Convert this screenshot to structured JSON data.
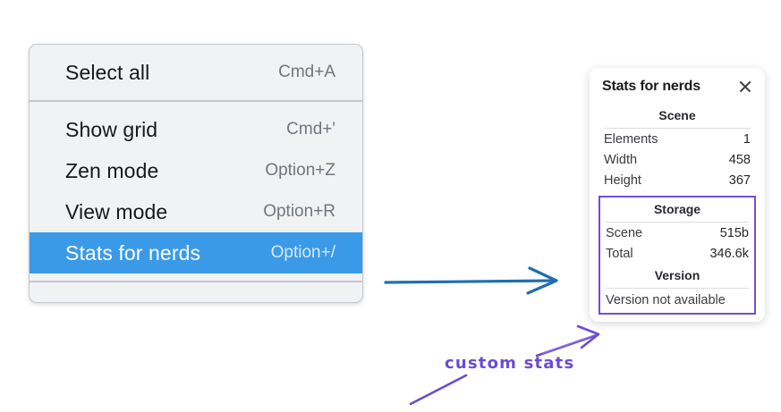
{
  "menu": {
    "name": "context-menu",
    "sections": [
      {
        "items": [
          {
            "label": "Select all",
            "shortcut": "Cmd+A",
            "selected": false
          }
        ]
      },
      {
        "items": [
          {
            "label": "Show grid",
            "shortcut": "Cmd+'",
            "selected": false
          },
          {
            "label": "Zen mode",
            "shortcut": "Option+Z",
            "selected": false
          },
          {
            "label": "View mode",
            "shortcut": "Option+R",
            "selected": false
          },
          {
            "label": "Stats for nerds",
            "shortcut": "Option+/",
            "selected": true
          }
        ]
      }
    ],
    "items": {
      "select_all": {
        "label": "Select all",
        "shortcut": "Cmd+A"
      },
      "show_grid": {
        "label": "Show grid",
        "shortcut": "Cmd+'"
      },
      "zen_mode": {
        "label": "Zen mode",
        "shortcut": "Option+Z"
      },
      "view_mode": {
        "label": "View mode",
        "shortcut": "Option+R"
      },
      "stats_for_nerds": {
        "label": "Stats for nerds",
        "shortcut": "Option+/"
      }
    }
  },
  "stats_panel": {
    "title": "Stats for nerds",
    "close_icon": "close-icon",
    "scene": {
      "heading": "Scene",
      "rows": [
        {
          "label": "Elements",
          "value": "1"
        },
        {
          "label": "Width",
          "value": "458"
        },
        {
          "label": "Height",
          "value": "367"
        }
      ]
    },
    "storage": {
      "heading": "Storage",
      "rows": [
        {
          "label": "Scene",
          "value": "515b"
        },
        {
          "label": "Total",
          "value": "346.6k"
        }
      ]
    },
    "version": {
      "heading": "Version",
      "note": "Version not available"
    }
  },
  "annotations": {
    "custom_stats_label": "custom stats",
    "flow_arrow": "arrow-right",
    "pointer_arrows": "arrow-pointer"
  },
  "colors": {
    "menu_background": "#f1f2f4",
    "menu_border": "#c3c8cf",
    "selection_blue": "#3b9ae8",
    "annotation_blue": "#1f6fb0",
    "annotation_purple": "#6b4bd4",
    "highlight_box_purple": "#6f4fd6",
    "panel_background": "#ffffff",
    "text_primary": "#15181c",
    "text_muted": "#6f767e"
  }
}
